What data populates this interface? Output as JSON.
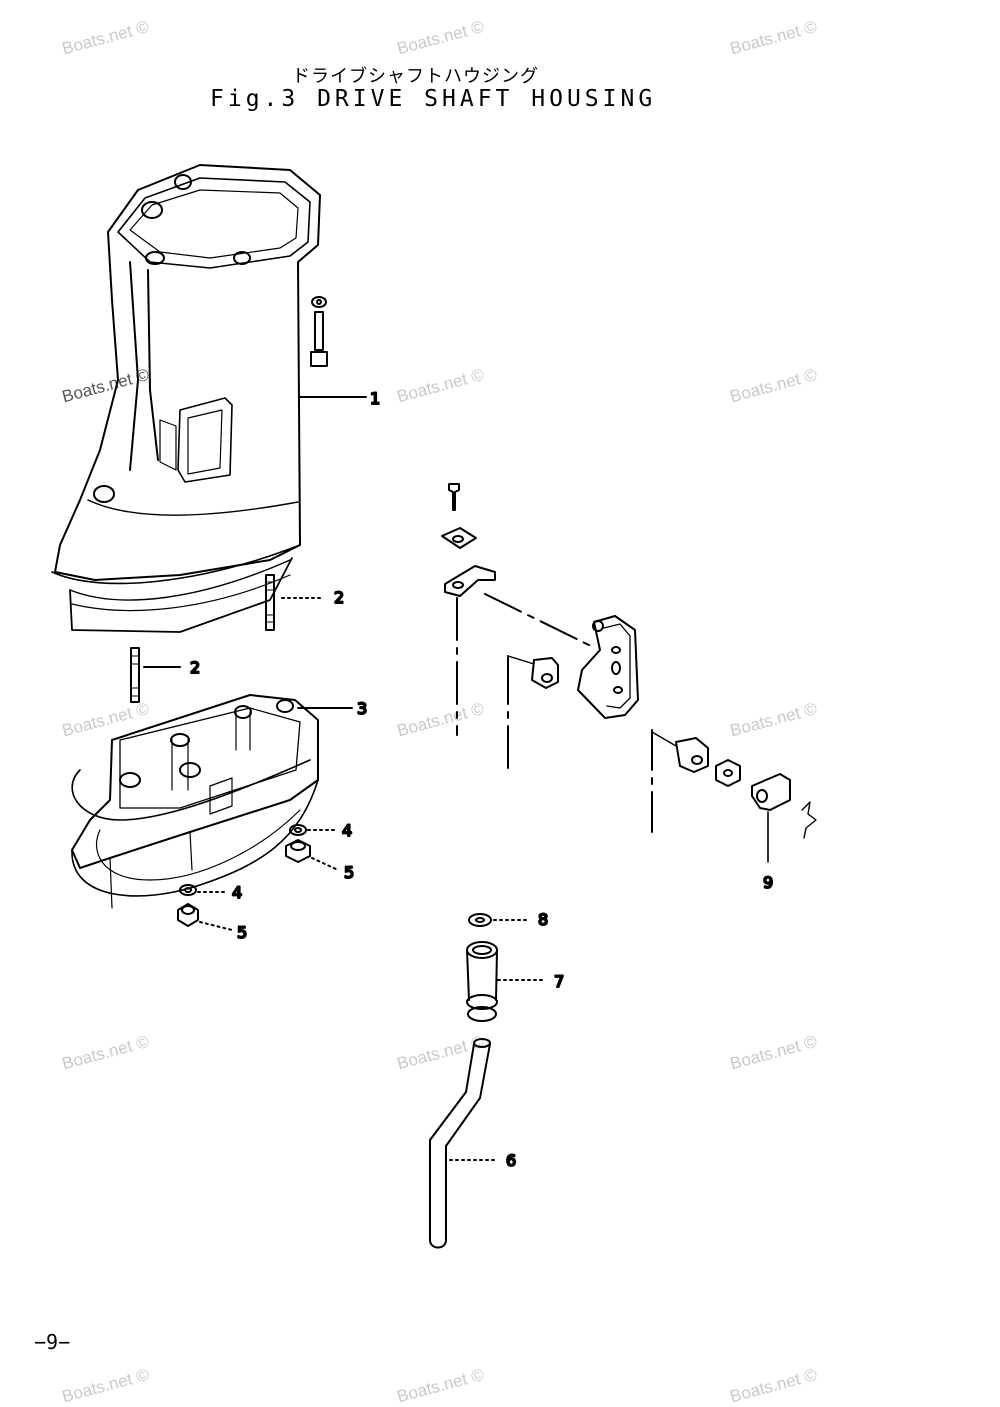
{
  "header": {
    "title_jp": "ドライブシャフトハウジング",
    "title_en": "Fig.3 DRIVE SHAFT HOUSING"
  },
  "footer": {
    "page_number": "−9−"
  },
  "watermark": {
    "text": "Boats.net ©",
    "color": "#c9c9c9"
  },
  "callouts": {
    "c1": "1",
    "c2a": "2",
    "c2b": "2",
    "c3": "3",
    "c4a": "4",
    "c4b": "4",
    "c5a": "5",
    "c5b": "5",
    "c6": "6",
    "c7": "7",
    "c8": "8",
    "c9": "9"
  },
  "parts": [
    {
      "ref": "1",
      "name": "drive-shaft-housing"
    },
    {
      "ref": "2",
      "name": "stud"
    },
    {
      "ref": "3",
      "name": "housing-lower-plate"
    },
    {
      "ref": "4",
      "name": "washer"
    },
    {
      "ref": "5",
      "name": "nut"
    },
    {
      "ref": "6",
      "name": "water-pipe"
    },
    {
      "ref": "7",
      "name": "pipe-grommet"
    },
    {
      "ref": "8",
      "name": "seal-ring"
    },
    {
      "ref": "9",
      "name": "shift-rod-link-assembly"
    }
  ]
}
